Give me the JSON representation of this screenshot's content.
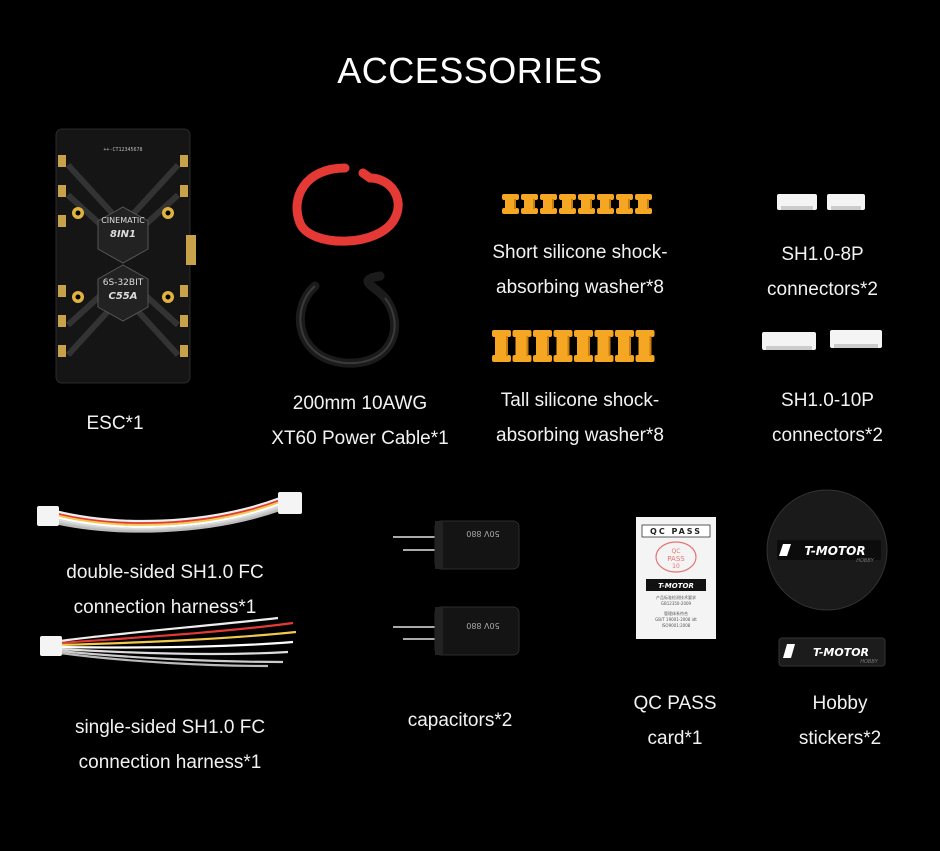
{
  "title": "ACCESSORIES",
  "items": {
    "esc": {
      "lines": [
        "ESC*1"
      ],
      "board_print": [
        "CINEMATIC",
        "8IN1",
        "6S-32BIT",
        "C55A"
      ],
      "serial": "++-CT12345678"
    },
    "power_cable": {
      "lines": [
        "200mm 10AWG",
        "XT60 Power Cable*1"
      ]
    },
    "short_washer": {
      "lines": [
        "Short silicone shock-",
        "absorbing washer*8"
      ]
    },
    "tall_washer": {
      "lines": [
        "Tall silicone shock-",
        "absorbing washer*8"
      ]
    },
    "sh8": {
      "lines": [
        "SH1.0-8P",
        "connectors*2"
      ]
    },
    "sh10": {
      "lines": [
        "SH1.0-10P",
        "connectors*2"
      ]
    },
    "double_harness": {
      "lines": [
        "double-sided SH1.0 FC",
        "connection harness*1"
      ]
    },
    "single_harness": {
      "lines": [
        "single-sided SH1.0 FC",
        "connection harness*1"
      ]
    },
    "capacitors": {
      "lines": [
        "capacitors*2"
      ],
      "print": "50V 880"
    },
    "qc_card": {
      "lines": [
        "QC PASS",
        "card*1"
      ],
      "header": "QC PASS",
      "stamp": [
        "QC",
        "PASS",
        "10"
      ],
      "brand": "T-MOTOR",
      "fine": [
        "产品标准检测技术要求",
        "GB12350-2009",
        "管理体系符合",
        "GB/T 19001-2008 idt",
        "ISO9001:2008"
      ]
    },
    "stickers": {
      "lines": [
        "Hobby",
        "stickers*2"
      ],
      "brand": "T-MOTOR",
      "sub": "HOBBY"
    }
  },
  "colors": {
    "background": "#000000",
    "text": "#f2f2f2",
    "washer": "#f5a623",
    "cable_red": "#e53935"
  }
}
